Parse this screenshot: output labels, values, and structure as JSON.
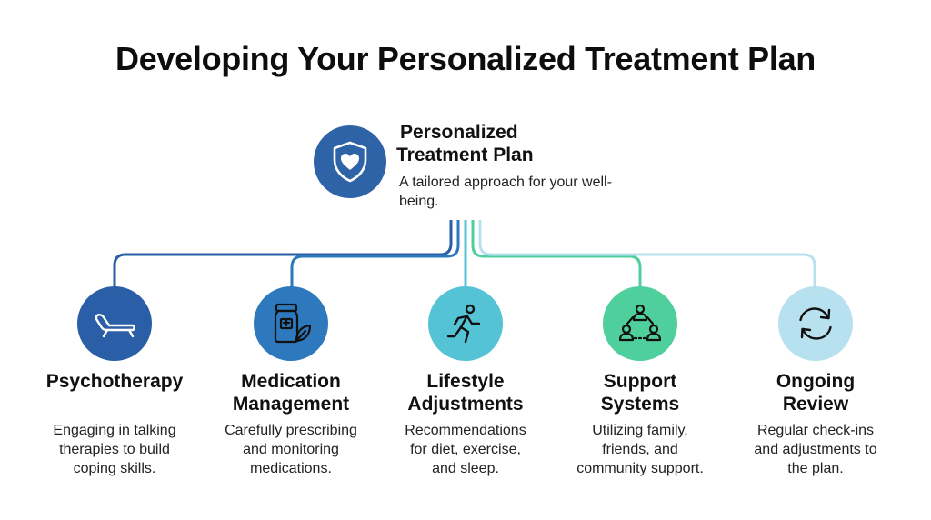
{
  "title": "Developing Your Personalized Treatment Plan",
  "root": {
    "icon": "shield-heart-icon",
    "title_line1": "Personalized",
    "title_line2": "Treatment Plan",
    "desc": "A tailored approach for your well-being."
  },
  "nodes": [
    {
      "icon": "therapy-couch-icon",
      "color": "#2a5ea6",
      "label_lines": [
        "Psychotherapy"
      ],
      "desc_lines": [
        "Engaging in talking",
        "therapies to build",
        "coping skills."
      ]
    },
    {
      "icon": "medication-bottle-icon",
      "color": "#2e79bd",
      "label_lines": [
        "Medication",
        "Management"
      ],
      "desc_lines": [
        "Carefully prescribing",
        "and monitoring",
        "medications."
      ]
    },
    {
      "icon": "running-person-icon",
      "color": "#55c3d6",
      "label_lines": [
        "Lifestyle",
        "Adjustments"
      ],
      "desc_lines": [
        "Recommendations",
        "for diet, exercise,",
        "and sleep."
      ]
    },
    {
      "icon": "people-network-icon",
      "color": "#4fcf9c",
      "label_lines": [
        "Support",
        "Systems"
      ],
      "desc_lines": [
        "Utilizing family,",
        "friends, and",
        "community support."
      ]
    },
    {
      "icon": "refresh-cycle-icon",
      "color": "#b7e1ef",
      "label_lines": [
        "Ongoing",
        "Review"
      ],
      "desc_lines": [
        "Regular check-ins",
        "and adjustments to",
        "the plan."
      ]
    }
  ]
}
